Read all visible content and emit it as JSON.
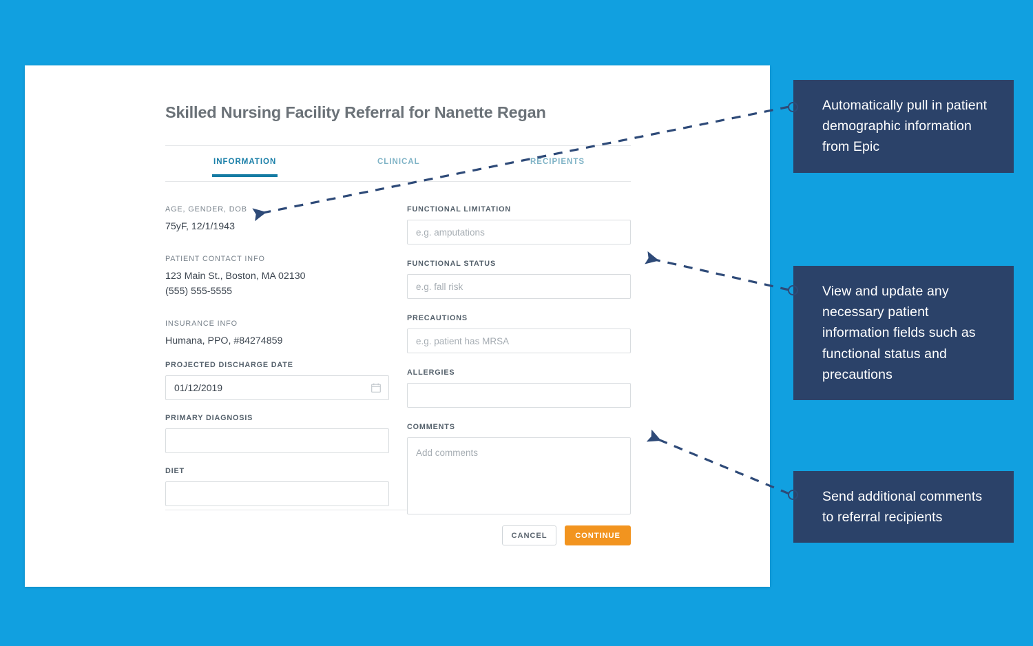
{
  "background_color": "#11a0e0",
  "card": {
    "title": "Skilled Nursing Facility Referral for Nanette Regan",
    "tabs": [
      {
        "label": "INFORMATION",
        "active": true
      },
      {
        "label": "CLINICAL",
        "active": false
      },
      {
        "label": "RECIPIENTS",
        "active": false
      }
    ],
    "accent_color": "#147ba3",
    "inactive_tab_color": "#7fb3c6",
    "left_column": {
      "info_blocks": [
        {
          "label": "AGE, GENDER, DOB",
          "lines": [
            "75yF, 12/1/1943"
          ]
        },
        {
          "label": "PATIENT CONTACT INFO",
          "lines": [
            "123 Main St., Boston, MA 02130",
            "(555) 555-5555"
          ]
        },
        {
          "label": "INSURANCE INFO",
          "lines": [
            "Humana, PPO, #84274859"
          ]
        }
      ],
      "fields": [
        {
          "label": "PROJECTED DISCHARGE DATE",
          "value": "01/12/2019",
          "placeholder": "",
          "icon": "calendar-icon"
        },
        {
          "label": "PRIMARY DIAGNOSIS",
          "value": "",
          "placeholder": ""
        },
        {
          "label": "DIET",
          "value": "",
          "placeholder": ""
        }
      ]
    },
    "right_column": {
      "fields": [
        {
          "label": "FUNCTIONAL LIMITATION",
          "value": "",
          "placeholder": "e.g. amputations"
        },
        {
          "label": "FUNCTIONAL STATUS",
          "value": "",
          "placeholder": "e.g. fall risk"
        },
        {
          "label": "PRECAUTIONS",
          "value": "",
          "placeholder": "e.g. patient has MRSA"
        },
        {
          "label": "ALLERGIES",
          "value": "",
          "placeholder": ""
        }
      ],
      "comments": {
        "label": "COMMENTS",
        "value": "",
        "placeholder": "Add comments"
      }
    },
    "footer": {
      "cancel_label": "CANCEL",
      "continue_label": "CONTINUE",
      "continue_color": "#f2941f"
    }
  },
  "annotations": {
    "box_color": "#2b4269",
    "connector_color": "#2e4a78",
    "items": [
      {
        "text": "Automatically pull in patient demographic information from Epic"
      },
      {
        "text": "View and update any necessary patient information fields such as functional status and precautions"
      },
      {
        "text": "Send additional comments to referral recipients"
      }
    ]
  }
}
